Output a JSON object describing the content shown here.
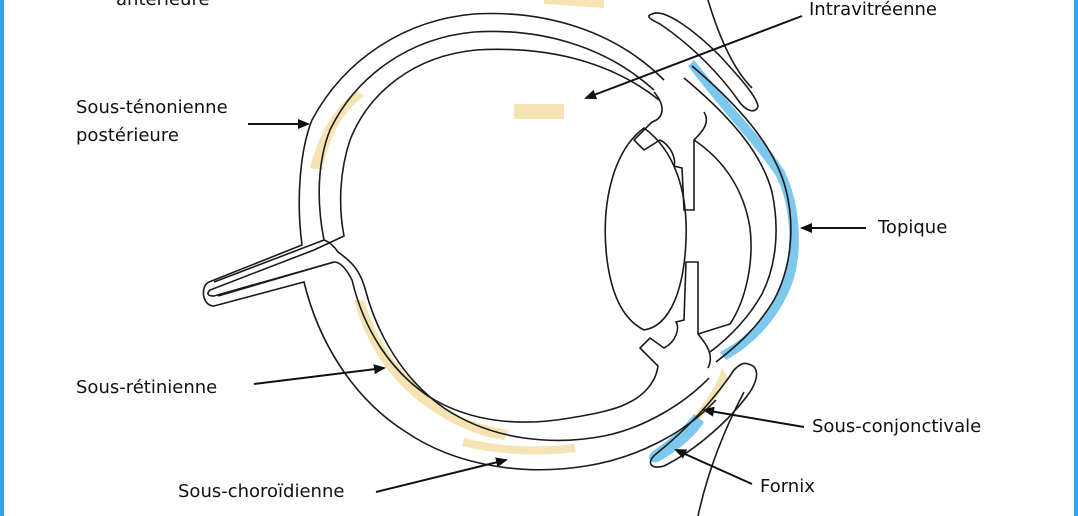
{
  "labels": {
    "top_left": "antérieure",
    "posterior_1": "Sous-ténonienne",
    "posterior_2": "postérieure",
    "intravitreal": "Intravitréenne",
    "topical": "Topique",
    "subretinal": "Sous-rétinienne",
    "subconjunctival": "Sous-conjonctivale",
    "fornix": "Fornix",
    "suprachoroidal": "Sous-choroïdienne"
  },
  "colors": {
    "frame": "#2aa6e6",
    "topical_layer": "#7ec8ef",
    "highlight": "#f5e3b3",
    "stroke": "#1a1a1a"
  }
}
